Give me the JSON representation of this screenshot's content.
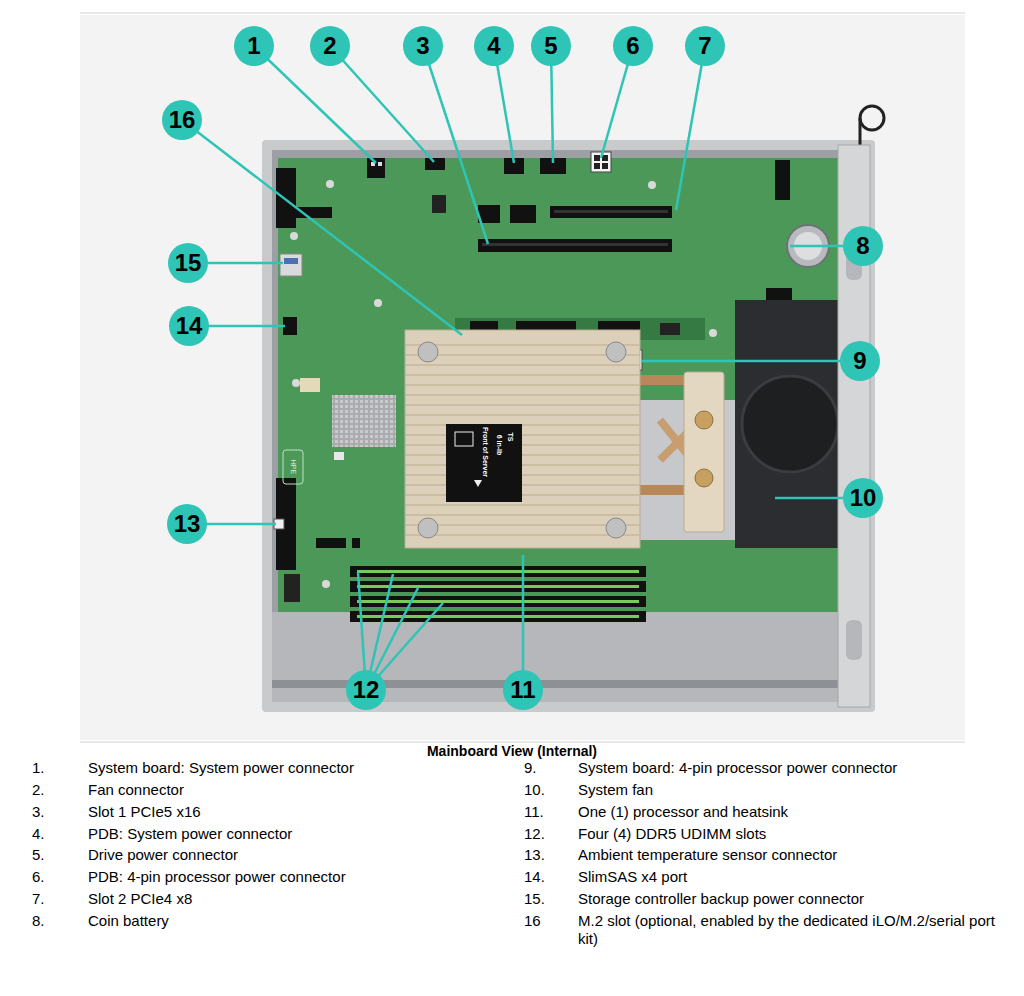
{
  "diagram": {
    "caption": "Mainboard View (Internal)",
    "nodes": [
      {
        "text": [
          "1"
        ]
      },
      {
        "text": [
          "2"
        ]
      },
      {
        "text": [
          "3"
        ]
      },
      {
        "text": [
          "4"
        ]
      },
      {
        "text": [
          "5"
        ]
      },
      {
        "text": [
          "6"
        ]
      },
      {
        "text": [
          "7"
        ]
      },
      {
        "text": [
          "16"
        ]
      },
      {
        "text": [
          "8"
        ]
      },
      {
        "text": [
          "15"
        ]
      },
      {
        "text": [
          "14"
        ]
      },
      {
        "text": [
          "9"
        ]
      },
      {
        "text": [
          "10"
        ]
      },
      {
        "text": [
          "13"
        ]
      },
      {
        "text": [
          "12"
        ]
      },
      {
        "text": [
          "11"
        ]
      }
    ],
    "labels": [
      "1.",
      "System board: System power connector",
      "2.",
      "Fan connector",
      "3.",
      "Slot 1 PCIe5 x16",
      "4.",
      "PDB: System power connector",
      "5.",
      "Drive power connector",
      "6.",
      "PDB: 4-pin processor power connector",
      "7.",
      "Slot 2 PCIe4 x8",
      "8.",
      "Coin battery",
      "9.",
      "System board: 4-pin processor power connector",
      "10.",
      "System fan",
      "11.",
      "One (1) processor and heatsink",
      "12.",
      "Four (4) DDR5 UDIMM slots",
      "13.",
      "Ambient temperature sensor connector",
      "14.",
      "SlimSAS x4 port",
      "15.",
      "Storage controller backup power connector",
      "16",
      "M.2 slot (optional, enabled by the dedicated iLO/M.2/serial port kit)",
      "TS",
      "6 in-lb",
      "Front of Server",
      "HPE"
    ]
  }
}
